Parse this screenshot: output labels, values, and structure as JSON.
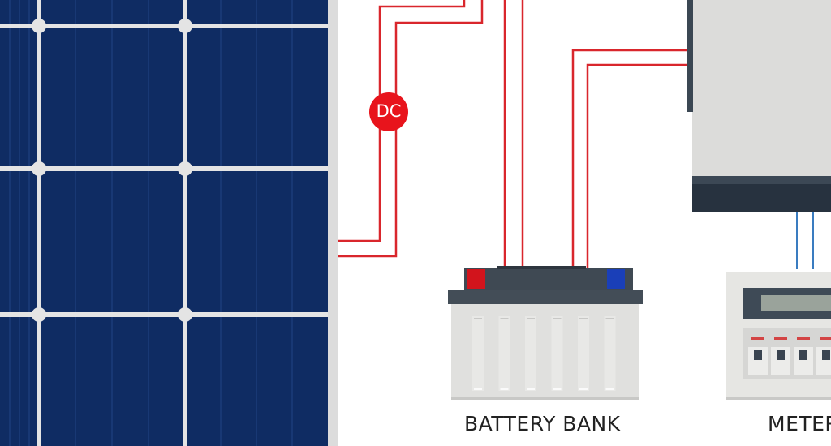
{
  "labels": {
    "battery": "BATTERY BANK",
    "meter": "METER",
    "dc": "DC"
  },
  "colors": {
    "panel": "#0f2c63",
    "panel_frame": "#dcdcdc",
    "wire": "#d9262c",
    "dc_badge": "#e8141c",
    "inverter_body": "#dcdcda",
    "inverter_dark": "#2a3644",
    "ac_wire": "#3a7cc0",
    "battery_top": "#434d57",
    "battery_body": "#e0e0de",
    "terminal_pos": "#d2141c",
    "terminal_neg": "#1a3fb8"
  }
}
